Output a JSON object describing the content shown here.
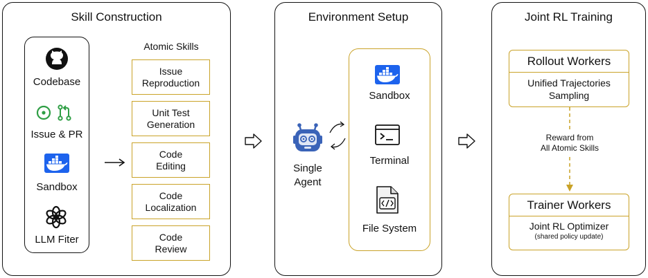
{
  "panels": {
    "skill_construction": {
      "title": "Skill Construction",
      "sources": [
        "Codebase",
        "Issue & PR",
        "Sandbox",
        "LLM Fiter"
      ],
      "atomic_title": "Atomic Skills",
      "skills": [
        [
          "Issue",
          "Reproduction"
        ],
        [
          "Unit Test",
          "Generation"
        ],
        [
          "Code",
          "Editing"
        ],
        [
          "Code",
          "Localization"
        ],
        [
          "Code",
          "Review"
        ]
      ]
    },
    "environment_setup": {
      "title": "Environment Setup",
      "agent": [
        "Single",
        "Agent"
      ],
      "tools": [
        "Sandbox",
        "Terminal",
        "File System"
      ]
    },
    "joint_rl_training": {
      "title": "Joint RL Training",
      "rollout": {
        "title": "Rollout Workers",
        "body": [
          "Unified Trajectories",
          "Sampling"
        ]
      },
      "reward": [
        "Reward from",
        "All Atomic Skills"
      ],
      "trainer": {
        "title": "Trainer Workers",
        "body": "Joint RL Optimizer",
        "note": "(shared policy update)"
      }
    }
  },
  "colors": {
    "accent": "#c9a227",
    "docker": "#1d63ed",
    "github": "#111111",
    "agent": "#3a63b8"
  }
}
